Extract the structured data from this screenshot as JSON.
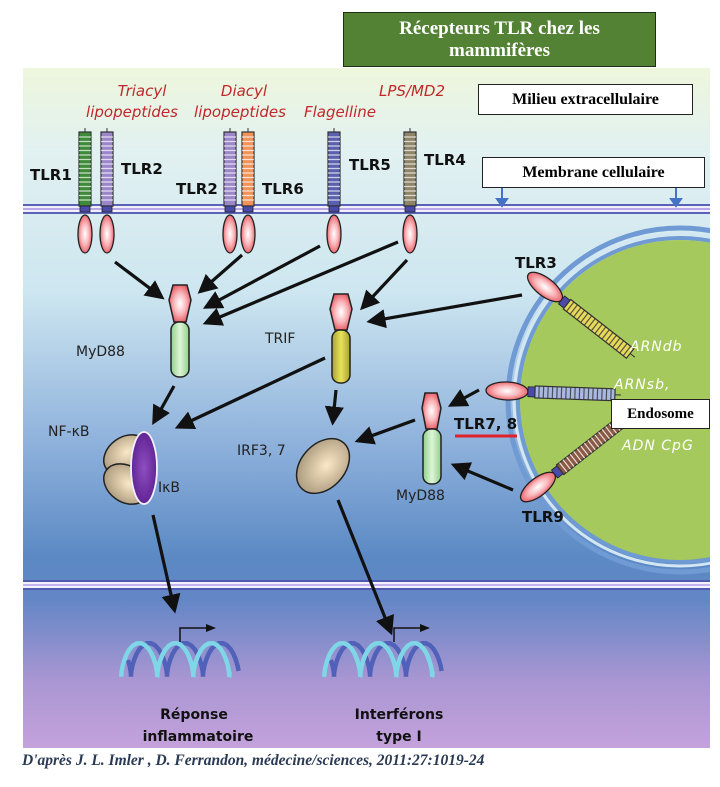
{
  "title": "Récepteurs TLR chez les mammifères",
  "title_lines": [
    "Récepteurs TLR chez les",
    "mammifères"
  ],
  "boxes": {
    "extracellular": "Milieu extracellulaire",
    "membrane": "Membrane cellulaire",
    "endosome": "Endosome"
  },
  "ligands": {
    "triacyl_1": "Triacyl",
    "triacyl_2": "lipopeptides",
    "diacyl_1": "Diacyl",
    "diacyl_2": "lipopeptides",
    "flagelline": "Flagelline",
    "lps": "LPS/MD2",
    "arndb": "ARNdb",
    "arnsb": "ARNsb,",
    "adn": "ADN CpG"
  },
  "receptors": {
    "tlr1": "TLR1",
    "tlr2a": "TLR2",
    "tlr2b": "TLR2",
    "tlr6": "TLR6",
    "tlr5": "TLR5",
    "tlr4": "TLR4",
    "tlr3": "TLR3",
    "tlr78": "TLR7, 8",
    "tlr9": "TLR9"
  },
  "adaptors": {
    "myd88_left": "MyD88",
    "trif": "TRIF",
    "myd88_right": "MyD88"
  },
  "factors": {
    "nfkb": "NF-κB",
    "ikb": "IκB",
    "irf": "IRF3, 7"
  },
  "outcomes": {
    "inflam_1": "Réponse",
    "inflam_2": "inflammatoire",
    "ifn_1": "Interférons",
    "ifn_2": "type I"
  },
  "citation": "D'après J. L. Imler , D. Ferrandon, médecine/sciences, 2011:27:1019-24",
  "colors": {
    "title_bg": "#548235",
    "ligand_text": "#c0282a",
    "endosome": "#a5c95c",
    "tlr1": "#3f8a3a",
    "tlr2": "#9b86c9",
    "tlr6": "#f0935a",
    "tlr5": "#5a5fb0",
    "tlr4": "#8e8468",
    "tlr3": "#e6d85a",
    "tlr78": "#a9b8e0",
    "tlr9": "#8a5a45",
    "myd88_body": "#b9e4b0",
    "trif_body": "#d6d040",
    "tir_pink": "#f07f86",
    "ikb": "#7a35a8",
    "nfkb": "#cdb894",
    "underline": "#e0202a"
  }
}
